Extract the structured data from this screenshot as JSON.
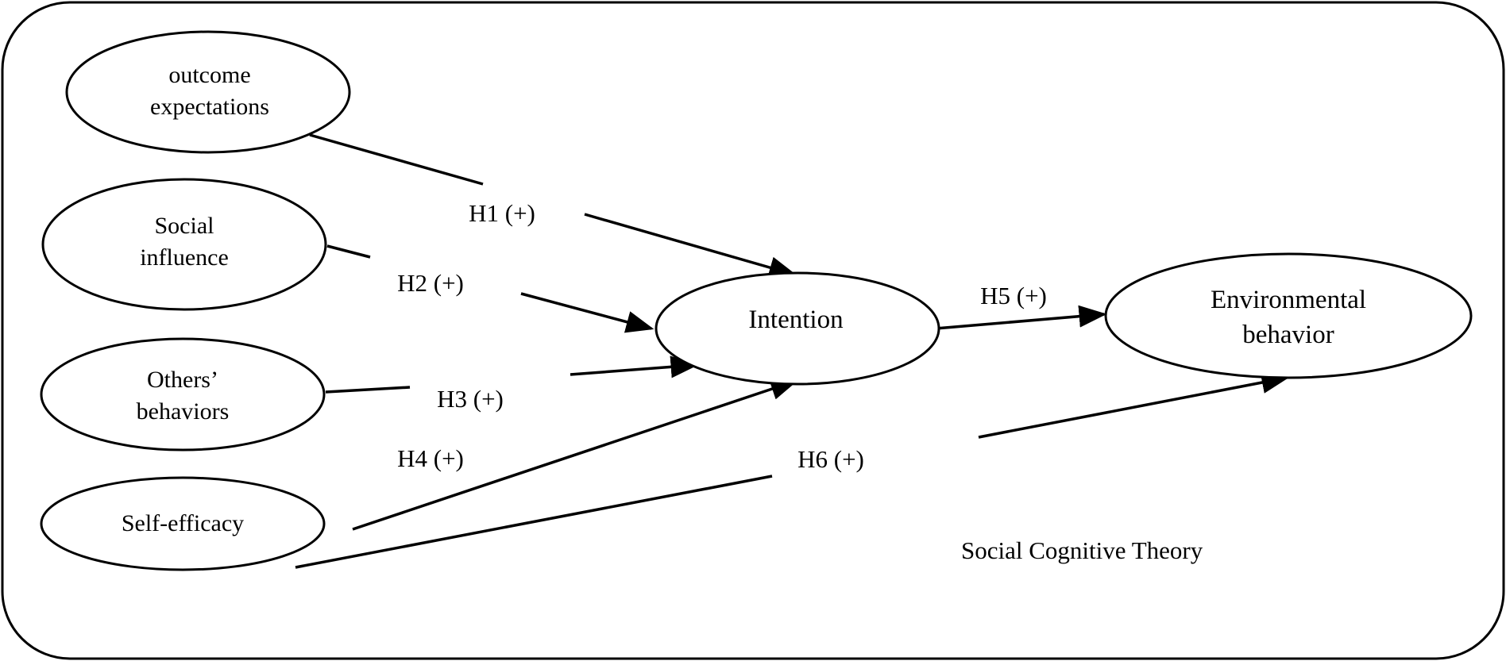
{
  "diagram": {
    "theory_label": "Social Cognitive Theory",
    "nodes": {
      "outcome_expectations": {
        "line1": "outcome",
        "line2": "expectations"
      },
      "social_influence": {
        "line1": "Social",
        "line2": "influence"
      },
      "others_behaviors": {
        "line1": "Others’",
        "line2": "behaviors"
      },
      "self_efficacy": {
        "line1": "Self-efficacy"
      },
      "intention": {
        "line1": "Intention"
      },
      "environmental_behavior": {
        "line1": "Environmental",
        "line2": "behavior"
      }
    },
    "hypotheses": {
      "h1": "H1 (+)",
      "h2": "H2 (+)",
      "h3": "H3 (+)",
      "h4": "H4 (+)",
      "h5": "H5 (+)",
      "h6": "H6 (+)"
    },
    "edges": [
      {
        "from": "outcome_expectations",
        "to": "intention",
        "label": "h1"
      },
      {
        "from": "social_influence",
        "to": "intention",
        "label": "h2"
      },
      {
        "from": "others_behaviors",
        "to": "intention",
        "label": "h3"
      },
      {
        "from": "self_efficacy",
        "to": "intention",
        "label": "h4"
      },
      {
        "from": "intention",
        "to": "environmental_behavior",
        "label": "h5"
      },
      {
        "from": "self_efficacy",
        "to": "environmental_behavior",
        "label": "h6"
      }
    ]
  }
}
